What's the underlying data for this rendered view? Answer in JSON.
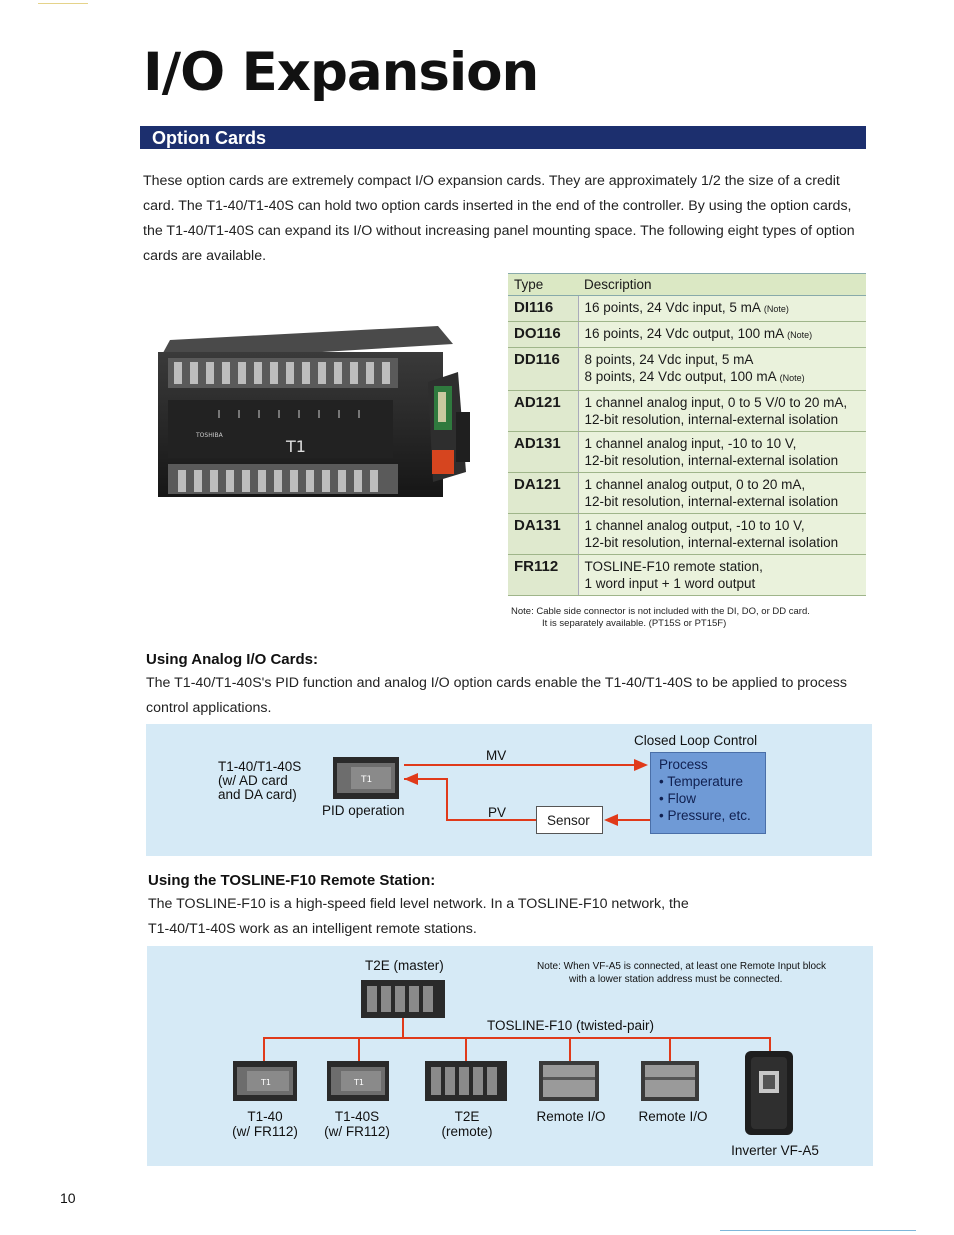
{
  "page": {
    "title": "I/O Expansion",
    "section": "Option Cards",
    "page_number": "10"
  },
  "intro": "These option cards are extremely compact I/O expansion cards. They are approximately 1/2 the size of a credit card. The T1-40/T1-40S can hold two option cards inserted in the end of the controller. By using the option cards, the T1-40/T1-40S can expand its I/O without increasing panel mounting space. The following eight types of option cards are available.",
  "photo": {
    "brand": "TOSHIBA",
    "model": "T1"
  },
  "table": {
    "headers": [
      "Type",
      "Description"
    ],
    "rows": [
      {
        "type": "DI116",
        "lines": [
          "16 points, 24 Vdc input, 5 mA"
        ],
        "note": "(Note)"
      },
      {
        "type": "DO116",
        "lines": [
          "16 points, 24 Vdc output, 100 mA"
        ],
        "note": "(Note)"
      },
      {
        "type": "DD116",
        "lines": [
          "8 points, 24 Vdc input, 5 mA",
          "8 points, 24 Vdc output, 100 mA"
        ],
        "note": "(Note)"
      },
      {
        "type": "AD121",
        "lines": [
          "1 channel analog input, 0 to 5 V/0 to 20 mA,",
          "12-bit resolution, internal-external isolation"
        ],
        "note": ""
      },
      {
        "type": "AD131",
        "lines": [
          "1 channel analog input, -10 to 10 V,",
          "12-bit resolution, internal-external isolation"
        ],
        "note": ""
      },
      {
        "type": "DA121",
        "lines": [
          "1 channel analog output, 0 to 20 mA,",
          "12-bit resolution, internal-external isolation"
        ],
        "note": ""
      },
      {
        "type": "DA131",
        "lines": [
          "1 channel analog output, -10 to 10 V,",
          "12-bit resolution, internal-external isolation"
        ],
        "note": ""
      },
      {
        "type": "FR112",
        "lines": [
          "TOSLINE-F10 remote station,",
          "1 word input + 1 word output"
        ],
        "note": ""
      }
    ],
    "note_line1": "Note: Cable side connector is not included with the DI, DO, or DD card.",
    "note_line2": "It is separately available. (PT15S or PT15F)"
  },
  "analog": {
    "heading": "Using Analog I/O Cards:",
    "text": "The T1-40/T1-40S's PID function and analog I/O option cards enable the T1-40/T1-40S to be applied to process control applications.",
    "device_label_1": "T1-40/T1-40S",
    "device_label_2": "(w/ AD card",
    "device_label_3": "and DA card)",
    "pid_label": "PID operation",
    "mv_label": "MV",
    "pv_label": "PV",
    "sensor_label": "Sensor",
    "closed_loop_label": "Closed Loop Control",
    "process_items": [
      "Process",
      "• Temperature",
      "• Flow",
      "• Pressure, etc."
    ],
    "t1_badge": "T1"
  },
  "tosline": {
    "heading": "Using the TOSLINE-F10 Remote Station:",
    "text_line1": "The TOSLINE-F10 is a high-speed field level network. In a TOSLINE-F10 network, the",
    "text_line2": "T1-40/T1-40S work as an intelligent remote stations.",
    "master_label": "T2E (master)",
    "bus_label": "TOSLINE-F10 (twisted-pair)",
    "note_line1": "Note: When VF-A5 is connected, at least one Remote Input block",
    "note_line2": "with a lower station address must be connected.",
    "devices": [
      {
        "label1": "T1-40",
        "label2": "(w/ FR112)"
      },
      {
        "label1": "T1-40S",
        "label2": "(w/ FR112)"
      },
      {
        "label1": "T2E",
        "label2": "(remote)"
      },
      {
        "label1": "Remote I/O",
        "label2": ""
      },
      {
        "label1": "Remote I/O",
        "label2": ""
      },
      {
        "label1": "Inverter VF-A5",
        "label2": ""
      }
    ],
    "t1_badge": "T1"
  },
  "colors": {
    "section_bar": "#1c2f6e",
    "table_header": "#dbe8c4",
    "diagram_bg": "#d6eaf6",
    "process_box": "#6f9ad6",
    "signal_line": "#e03a1a"
  }
}
